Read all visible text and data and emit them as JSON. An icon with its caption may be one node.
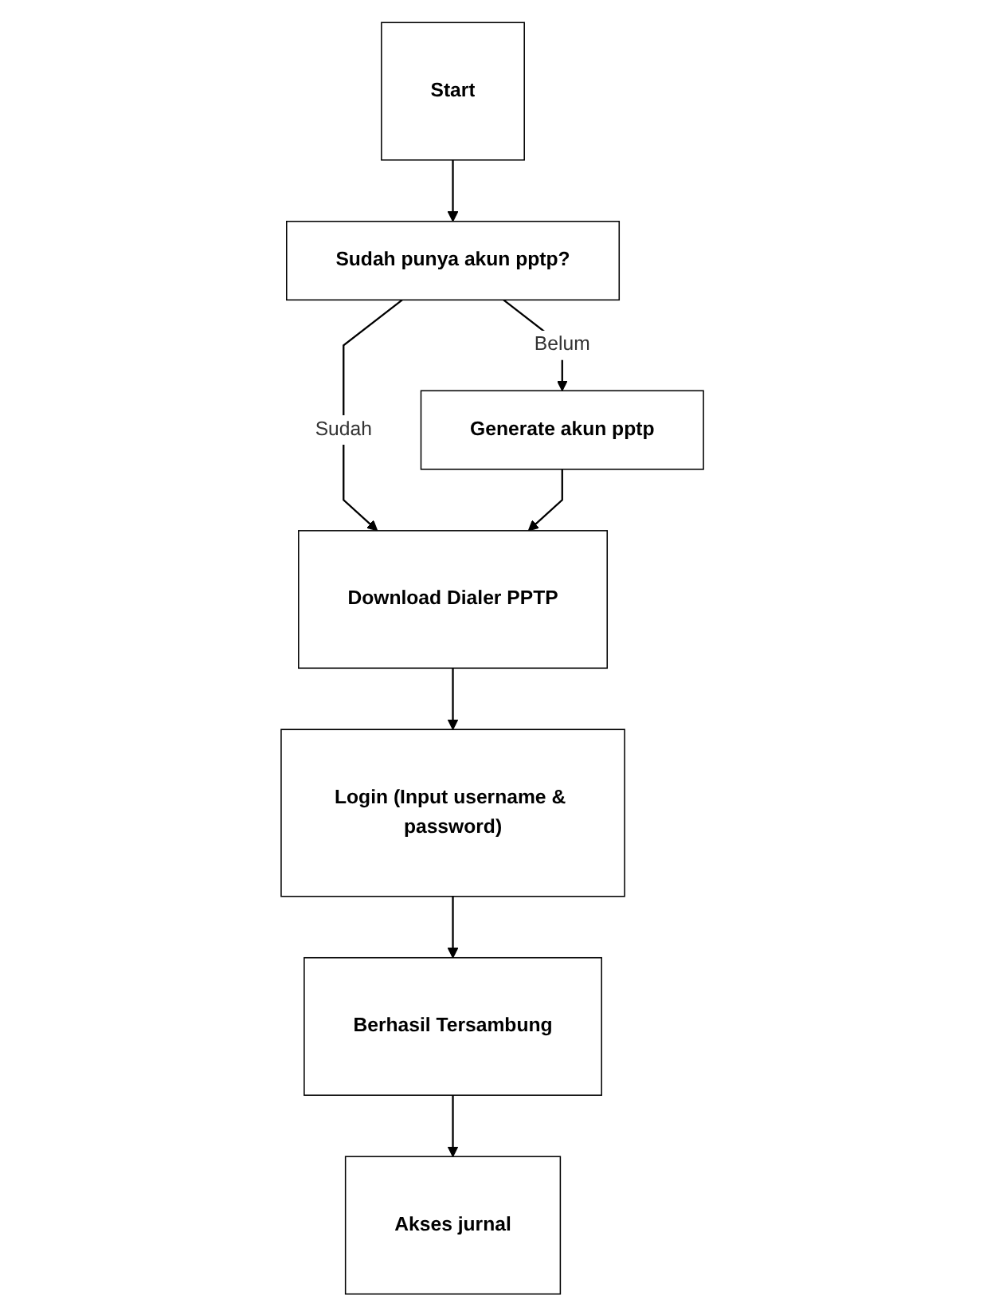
{
  "diagram": {
    "nodes": [
      {
        "text": [
          "Start"
        ]
      },
      {
        "text": [
          "Sudah punya akun pptp?"
        ]
      },
      {
        "text": [
          "Generate akun pptp"
        ]
      },
      {
        "text": [
          "Download Dialer PPTP"
        ]
      },
      {
        "text": [
          "Login (Input username & password)"
        ]
      },
      {
        "text": [
          "Berhasil Tersambung"
        ]
      },
      {
        "text": [
          "Akses jurnal"
        ]
      }
    ],
    "edges": [
      {
        "from": 0,
        "to": 1,
        "arrow": "to"
      },
      {
        "from": 1,
        "to": 2,
        "arrow": "to",
        "label": "Belum"
      },
      {
        "from": 1,
        "to": 3,
        "arrow": "to",
        "label": "Sudah"
      },
      {
        "from": 2,
        "to": 3,
        "arrow": "to"
      },
      {
        "from": 3,
        "to": 4,
        "arrow": "to"
      },
      {
        "from": 4,
        "to": 5,
        "arrow": "to"
      },
      {
        "from": 5,
        "to": 6,
        "arrow": "to"
      }
    ]
  }
}
